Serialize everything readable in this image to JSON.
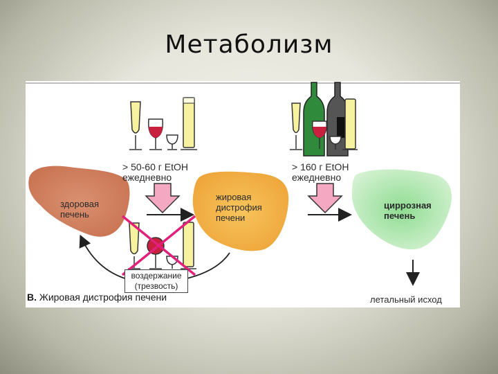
{
  "slide": {
    "title": "Метаболизм"
  },
  "figure": {
    "dose_moderate": {
      "line1": "> 50-60 г EtOH",
      "line2": "ежедневно"
    },
    "dose_high": {
      "line1": "> 160 г EtOH",
      "line2": "ежедневно"
    },
    "healthy_liver": {
      "line1": "здоровая",
      "line2": "печень"
    },
    "fatty_liver": {
      "line1": "жировая",
      "line2": "дистрофия",
      "line3": "печени"
    },
    "cirrhotic_liver": {
      "line1": "цирроз­ная",
      "line2": "печень"
    },
    "abstinence": {
      "line1": "воздержание",
      "line2": "(трезвость)"
    },
    "outcome": "летальный исход",
    "caption": {
      "letter": "В.",
      "text": "Жировая дистрофия печени"
    },
    "colors": {
      "healthy": "#d98a6a",
      "fatty": "#f1b64c",
      "cirrhotic": "#9ee0a0",
      "arrow_fill": "#f4a8c2",
      "cross": "#e0207a",
      "wine": "#c8203e",
      "champagne": "#f6f2a0",
      "green_bottle": "#2f8a3c"
    }
  }
}
